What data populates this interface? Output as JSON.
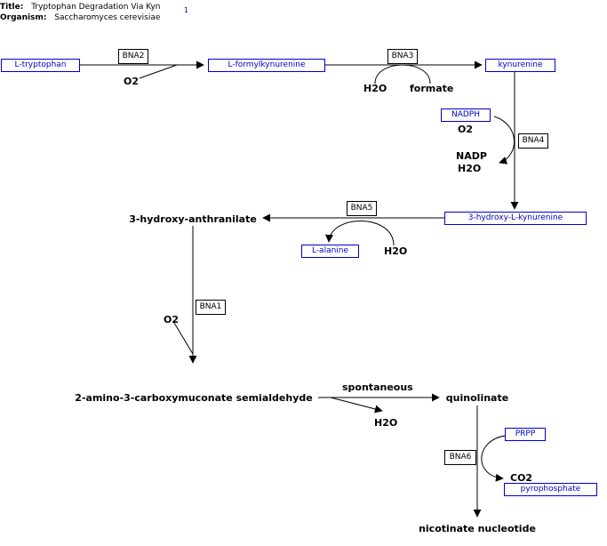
{
  "header": {
    "title_label": "Title:",
    "title_value": "Tryptophan Degradation Via Kyn",
    "organism_label": "Organism:",
    "organism_value": "Saccharomyces cerevisiae",
    "page_link": "1"
  },
  "genes": {
    "bna2": "BNA2",
    "bna3": "BNA3",
    "bna4": "BNA4",
    "bna5": "BNA5",
    "bna1": "BNA1",
    "bna6": "BNA6"
  },
  "metabolites": {
    "l_tryptophan": "L-tryptophan",
    "l_formylkynurenine": "L-formylkynurenine",
    "kynurenine": "kynurenine",
    "nadph": "NADPH",
    "hydroxy_l_kynurenine": "3-hydroxy-L-kynurenine",
    "l_alanine": "L-alanine",
    "prpp": "PRPP",
    "pyrophosphate": "pyrophosphate"
  },
  "labels": {
    "o2_1": "O2",
    "h2o_1": "H2O",
    "formate": "formate",
    "o2_2": "O2",
    "nadp": "NADP",
    "h2o_2": "H2O",
    "hydroxy_anthranilate": "3-hydroxy-anthranilate",
    "h2o_3": "H2O",
    "o2_3": "O2",
    "amino_semialdehyde": "2-amino-3-carboxymuconate semialdehyde",
    "spontaneous": "spontaneous",
    "quinolinate": "quinolinate",
    "h2o_4": "H2O",
    "co2": "CO2",
    "nicotinate": "nicotinate nucleotide"
  },
  "colors": {
    "metabolite_link": "#0000cc",
    "line": "#000000"
  }
}
